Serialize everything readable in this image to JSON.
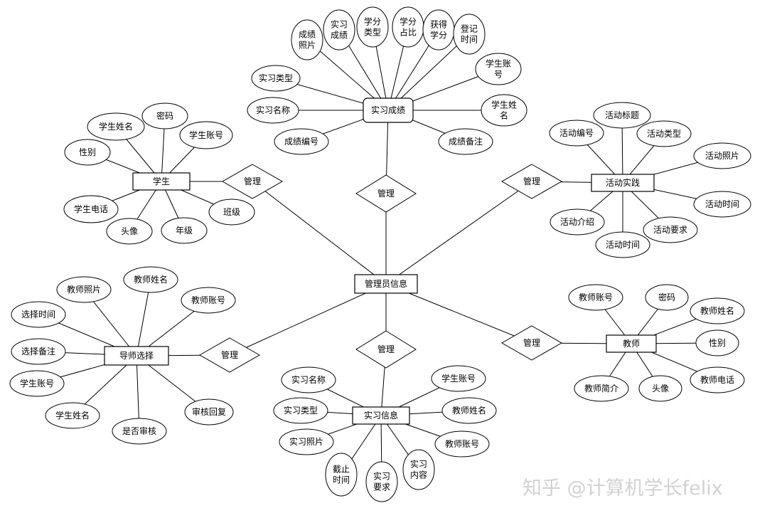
{
  "entities": {
    "admin": "管理员信息",
    "student": "学生",
    "internship_grade": "实习成绩",
    "activity": "活动实践",
    "teacher": "教师",
    "mentor_select": "导师选择",
    "internship_info": "实习信息"
  },
  "relationships": {
    "manage_student": "管理",
    "manage_grade": "管理",
    "manage_activity": "管理",
    "manage_teacher": "管理",
    "manage_mentor": "管理",
    "manage_info": "管理"
  },
  "attributes": {
    "student": [
      "学生姓名",
      "密码",
      "学生账号",
      "性别",
      "学生电话",
      "头像",
      "年级",
      "班级"
    ],
    "internship_grade": [
      [
        "成绩",
        "照片"
      ],
      [
        "实习",
        "成绩"
      ],
      [
        "学分",
        "类型"
      ],
      [
        "学分",
        "占比"
      ],
      [
        "获得",
        "学分"
      ],
      [
        "登记",
        "时间"
      ],
      [
        "学生账",
        "号"
      ],
      "实习类型",
      "实习名称",
      [
        "学生姓",
        "名"
      ],
      "成绩编号",
      "成绩备注"
    ],
    "activity": [
      "活动标题",
      "活动编号",
      "活动类型",
      "活动照片",
      "活动时间",
      "活动介绍",
      "活动时间",
      "活动要求"
    ],
    "teacher": [
      "教师账号",
      "密码",
      "教师姓名",
      "性别",
      "教师电话",
      "教师简介",
      "头像"
    ],
    "mentor_select": [
      "教师照片",
      "教师姓名",
      "教师账号",
      "选择时间",
      "选择备注",
      "学生账号",
      "学生姓名",
      "是否审核",
      "审核回复"
    ],
    "internship_info": [
      "实习名称",
      "学生账号",
      "实习类型",
      "教师姓名",
      "实习照片",
      "教师账号",
      [
        "截止",
        "时间"
      ],
      [
        "实习",
        "要求"
      ],
      [
        "实习",
        "内容"
      ]
    ]
  },
  "watermark": "知乎 @计算机学长felix"
}
